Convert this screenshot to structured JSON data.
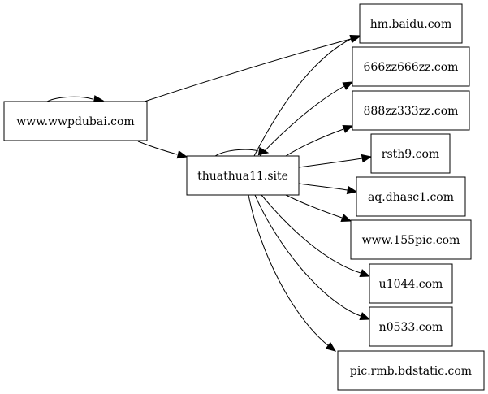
{
  "graph": {
    "type": "directed-graph",
    "nodes": [
      {
        "id": "wwpdubai",
        "label": "www.wwpdubai.com"
      },
      {
        "id": "thuathua",
        "label": "thuathua11.site"
      },
      {
        "id": "baidu",
        "label": "hm.baidu.com"
      },
      {
        "id": "z666",
        "label": "666zz666zz.com"
      },
      {
        "id": "z888",
        "label": "888zz333zz.com"
      },
      {
        "id": "rsth9",
        "label": "rsth9.com"
      },
      {
        "id": "dhasc1",
        "label": "aq.dhasc1.com"
      },
      {
        "id": "pic155",
        "label": "www.155pic.com"
      },
      {
        "id": "u1044",
        "label": "u1044.com"
      },
      {
        "id": "n0533",
        "label": "n0533.com"
      },
      {
        "id": "bdstatic",
        "label": "pic.rmb.bdstatic.com"
      }
    ],
    "edges": [
      {
        "from": "wwpdubai",
        "to": "wwpdubai"
      },
      {
        "from": "wwpdubai",
        "to": "baidu"
      },
      {
        "from": "wwpdubai",
        "to": "thuathua"
      },
      {
        "from": "thuathua",
        "to": "thuathua"
      },
      {
        "from": "thuathua",
        "to": "baidu"
      },
      {
        "from": "thuathua",
        "to": "z666"
      },
      {
        "from": "thuathua",
        "to": "z888"
      },
      {
        "from": "thuathua",
        "to": "rsth9"
      },
      {
        "from": "thuathua",
        "to": "dhasc1"
      },
      {
        "from": "thuathua",
        "to": "pic155"
      },
      {
        "from": "thuathua",
        "to": "u1044"
      },
      {
        "from": "thuathua",
        "to": "n0533"
      },
      {
        "from": "thuathua",
        "to": "bdstatic"
      }
    ]
  }
}
